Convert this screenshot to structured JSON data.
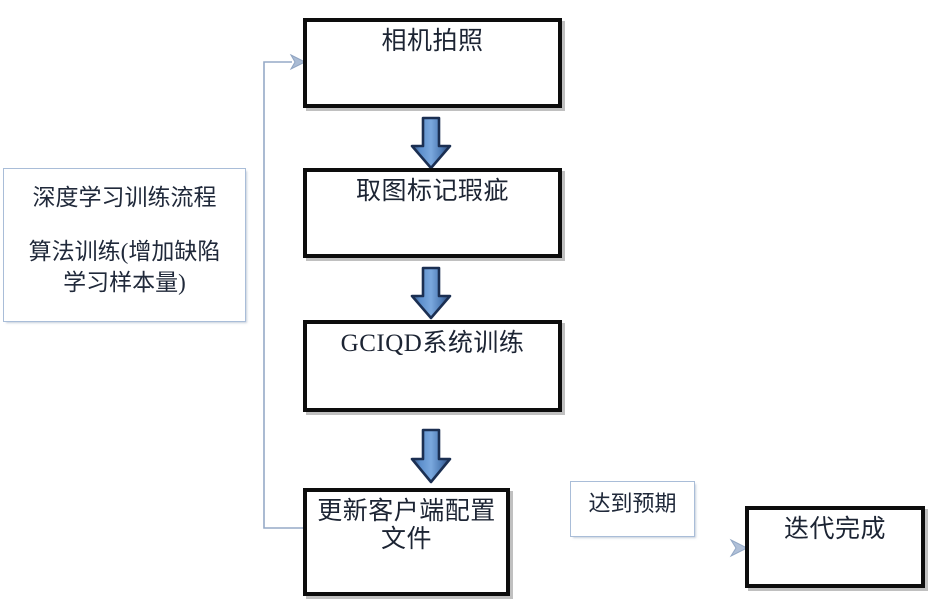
{
  "diagram": {
    "title_note": {
      "line1": "深度学习训练流程",
      "line2": "算法训练(增加缺陷\n学习样本量)"
    },
    "steps": [
      {
        "id": "camera-capture",
        "label": "相机拍照"
      },
      {
        "id": "mark-defects",
        "label": "取图标记瑕疵"
      },
      {
        "id": "gciqd-training",
        "label": "GCIQD系统训练"
      },
      {
        "id": "update-client-config",
        "label": "更新客户端配置\n文件"
      }
    ],
    "branch": {
      "condition_label": "达到预期",
      "result_label": "迭代完成"
    },
    "colors": {
      "box_border": "#0d0d0d",
      "note_border": "#a9bdd8",
      "arrow_fill": "#5a8ac6",
      "arrow_outline": "#1f3864",
      "connector_line": "#95a9c6",
      "text": "#1c2433",
      "background": "#ffffff"
    },
    "icons": {
      "down_arrow": "block-arrow-down",
      "feedback": "feedback-loop-arrow",
      "flow": "flow-arrow-right"
    }
  }
}
